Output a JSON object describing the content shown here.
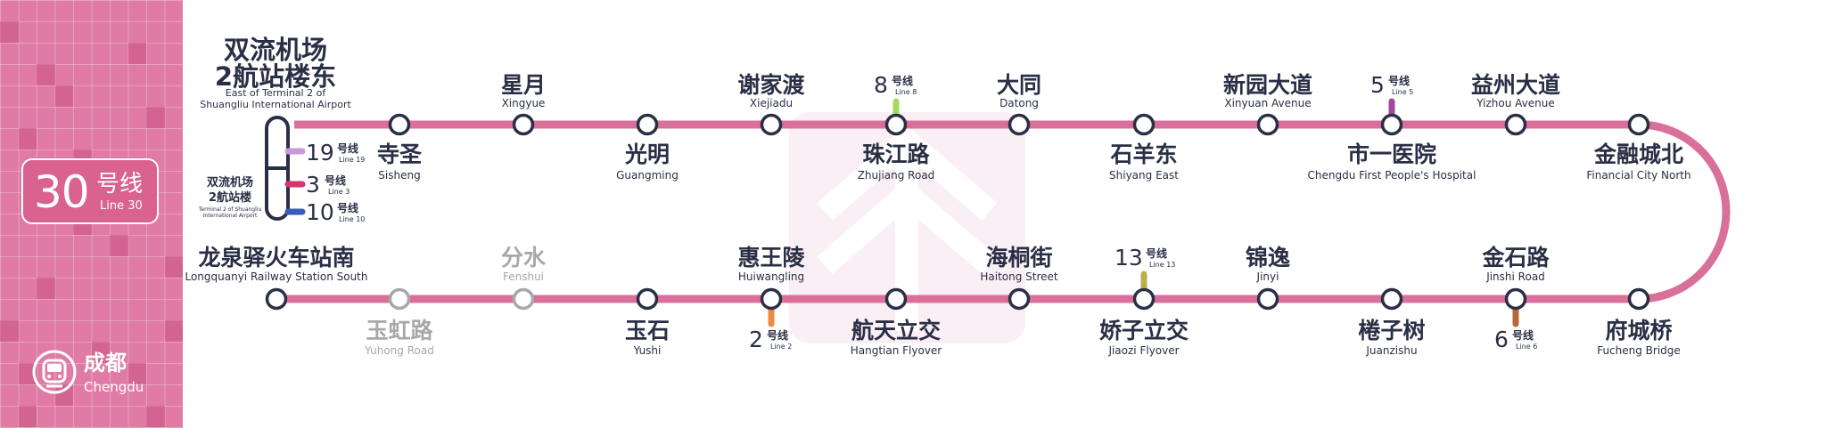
{
  "line": {
    "number": "30",
    "label_cn": "号线",
    "label_en": "Line 30",
    "color": "#d9709b",
    "sidebar_color": "#df7ba5"
  },
  "city": {
    "name_cn": "成都",
    "name_en": "Chengdu",
    "logo_icon": "chengdu-metro-logo-icon"
  },
  "stations_top": [
    {
      "cn": "寺圣",
      "en": "Sisheng"
    },
    {
      "cn": "星月",
      "en": "Xingyue"
    },
    {
      "cn": "光明",
      "en": "Guangming"
    },
    {
      "cn": "谢家渡",
      "en": "Xiejiadu"
    },
    {
      "cn": "珠江路",
      "en": "Zhujiang Road"
    },
    {
      "cn": "大同",
      "en": "Datong"
    },
    {
      "cn": "石羊东",
      "en": "Shiyang East"
    },
    {
      "cn": "新园大道",
      "en": "Xinyuan Avenue"
    },
    {
      "cn": "市一医院",
      "en": "Chengdu First People's Hospital"
    },
    {
      "cn": "益州大道",
      "en": "Yizhou Avenue"
    },
    {
      "cn": "金融城北",
      "en": "Financial City North"
    }
  ],
  "stations_bottom": [
    {
      "cn": "府城桥",
      "en": "Fucheng Bridge"
    },
    {
      "cn": "金石路",
      "en": "Jinshi Road"
    },
    {
      "cn": "棬子树",
      "en": "Juanzishu"
    },
    {
      "cn": "锦逸",
      "en": "Jinyi"
    },
    {
      "cn": "娇子立交",
      "en": "Jiaozi Flyover"
    },
    {
      "cn": "海桐街",
      "en": "Haitong Street"
    },
    {
      "cn": "航天立交",
      "en": "Hangtian Flyover"
    },
    {
      "cn": "惠王陵",
      "en": "Huiwangling"
    },
    {
      "cn": "玉石",
      "en": "Yushi"
    },
    {
      "cn": "分水",
      "en": "Fenshui"
    },
    {
      "cn": "玉虹路",
      "en": "Yuhong Road"
    },
    {
      "cn": "龙泉驿火车站南",
      "en": "Longquanyi Railway Station South"
    }
  ],
  "terminal_top": {
    "cn_line1": "双流机场",
    "cn_line2": "2航站楼东",
    "en_line1": "East of Terminal 2 of",
    "en_line2": "Shuangliu International Airport"
  },
  "terminal_mid": {
    "cn_line1": "双流机场",
    "cn_line2": "2航站楼",
    "en_line1": "Terminal 2 of Shuangliu",
    "en_line2": "International Airport"
  },
  "transfers": [
    {
      "number": "19",
      "cn": "号线",
      "en": "Line 19",
      "color": "#c99ad6"
    },
    {
      "number": "3",
      "cn": "号线",
      "en": "Line 3",
      "color": "#d6336f"
    },
    {
      "number": "10",
      "cn": "号线",
      "en": "Line 10",
      "color": "#3a5bb8"
    },
    {
      "number": "8",
      "cn": "号线",
      "en": "Line 8",
      "color": "#a8d85c"
    },
    {
      "number": "5",
      "cn": "号线",
      "en": "Line 5",
      "color": "#a2479c"
    },
    {
      "number": "13",
      "cn": "号线",
      "en": "Line 13",
      "color": "#b8b04a"
    },
    {
      "number": "2",
      "cn": "号线",
      "en": "Line 2",
      "color": "#f08a3c"
    },
    {
      "number": "6",
      "cn": "号线",
      "en": "Line 6",
      "color": "#b8683a"
    }
  ]
}
